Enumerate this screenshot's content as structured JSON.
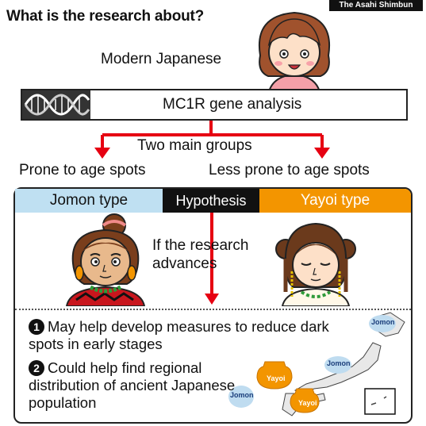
{
  "credit": "The Asahi Shimbun",
  "title": "What is the research about?",
  "modern_label": "Modern Japanese",
  "gene_label": "MC1R gene analysis",
  "groups_label": "Two main groups",
  "left_group": "Prone to age spots",
  "right_group": "Less prone to age spots",
  "tabs": {
    "jomon": "Jomon type",
    "hypothesis": "Hypothesis",
    "yayoi": "Yayoi type"
  },
  "advance_label": "If the research advances",
  "items": [
    {
      "num": "1",
      "text": "May help develop measures to reduce dark spots in early stages"
    },
    {
      "num": "2",
      "text": "Could help find regional distribution of ancient Japanese population"
    }
  ],
  "map": {
    "jomon_labels": [
      "Jomon",
      "Jomon",
      "Jomon"
    ],
    "yayoi_labels": [
      "Yayoi",
      "Yayoi"
    ]
  },
  "colors": {
    "arrow_red": "#e60012",
    "jomon_blue": "#bfe0f2",
    "yayoi_orange": "#f39500",
    "map_blue": "#bfdcf0"
  }
}
